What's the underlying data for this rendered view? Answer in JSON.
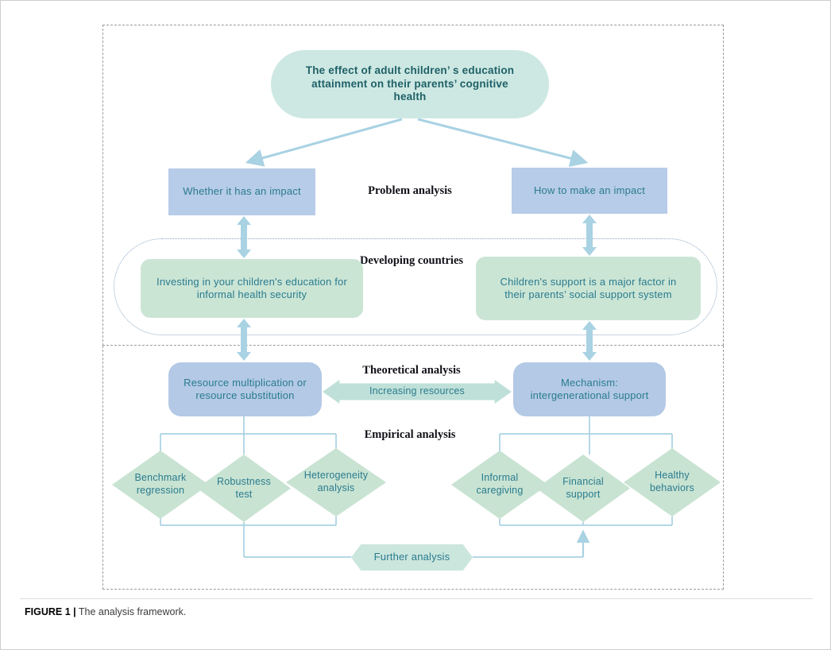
{
  "figure": {
    "caption_label": "FIGURE 1 |",
    "caption_text": "The analysis framework."
  },
  "labels": {
    "problem": "Problem analysis",
    "developing": "Developing countries",
    "theoretical": "Theoretical analysis",
    "empirical": "Empirical analysis"
  },
  "nodes": {
    "title": "The effect of adult children’ s education attainment on their parents’ cognitive health",
    "whether": "Whether it has an impact",
    "how": "How to make an impact",
    "investing": "Investing in your children's education for informal health security",
    "children_support": "Children's support is a major factor in their parents’ social support system",
    "resource": "Resource multiplication or resource substitution",
    "mechanism": "Mechanism: intergenerational support",
    "increasing": "Increasing resources",
    "benchmark": "Benchmark regression",
    "robustness": "Robustness test",
    "heterogeneity": "Heterogeneity analysis",
    "informal": "Informal caregiving",
    "financial": "Financial support",
    "healthy": "Healthy behaviors",
    "further": "Further analysis"
  },
  "colors": {
    "teal_text": "#2a7b8e",
    "green_fill": "#cbe5d5",
    "blue_fill": "#b7cce8",
    "arrow": "#a9d2e3"
  }
}
